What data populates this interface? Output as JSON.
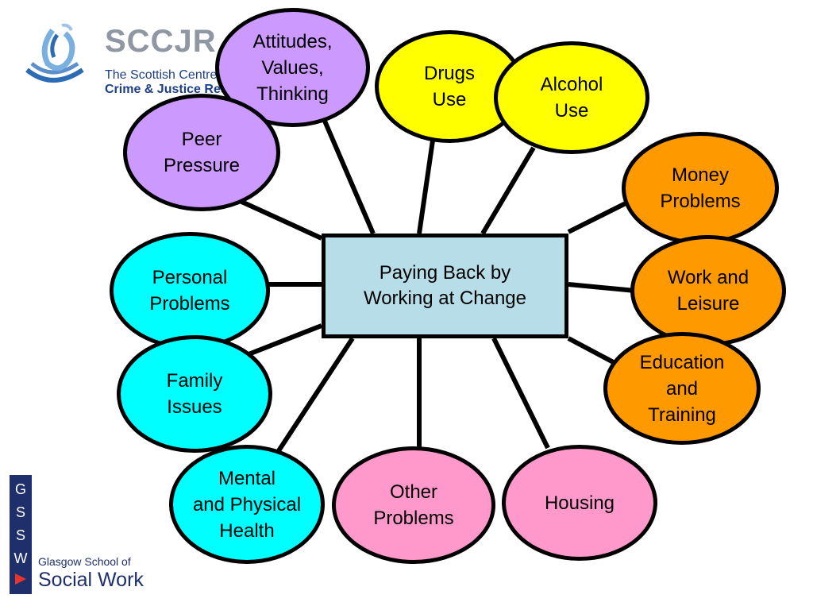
{
  "logos": {
    "sccjr": {
      "name": "SCCJR",
      "line1": "The Scottish Centre",
      "line2": "Crime & Justice Res"
    },
    "gssw": {
      "letters": [
        "G",
        "S",
        "S",
        "W"
      ],
      "line1": "Glasgow School of",
      "line2": "Social Work"
    }
  },
  "center": {
    "label": "Paying Back by\nWorking at Change"
  },
  "bubbles": {
    "attitudes": "Attitudes,\nValues,\nThinking",
    "drugs": "Drugs\nUse",
    "alcohol": "Alcohol\nUse",
    "peer": "Peer\nPressure",
    "money": "Money\nProblems",
    "personal": "Personal\nProblems",
    "work": "Work and\nLeisure",
    "education": "Education\nand\nTraining",
    "family": "Family\nIssues",
    "health": "Mental\nand Physical\nHealth",
    "other": "Other\nProblems",
    "housing": "Housing"
  },
  "colors": {
    "purple": "#cc99ff",
    "yellow": "#ffff00",
    "orange": "#ff9900",
    "cyan": "#00ffff",
    "pink": "#ff99cc",
    "center_fill": "#b7dde8",
    "logo_blue": "#1d3f87"
  }
}
